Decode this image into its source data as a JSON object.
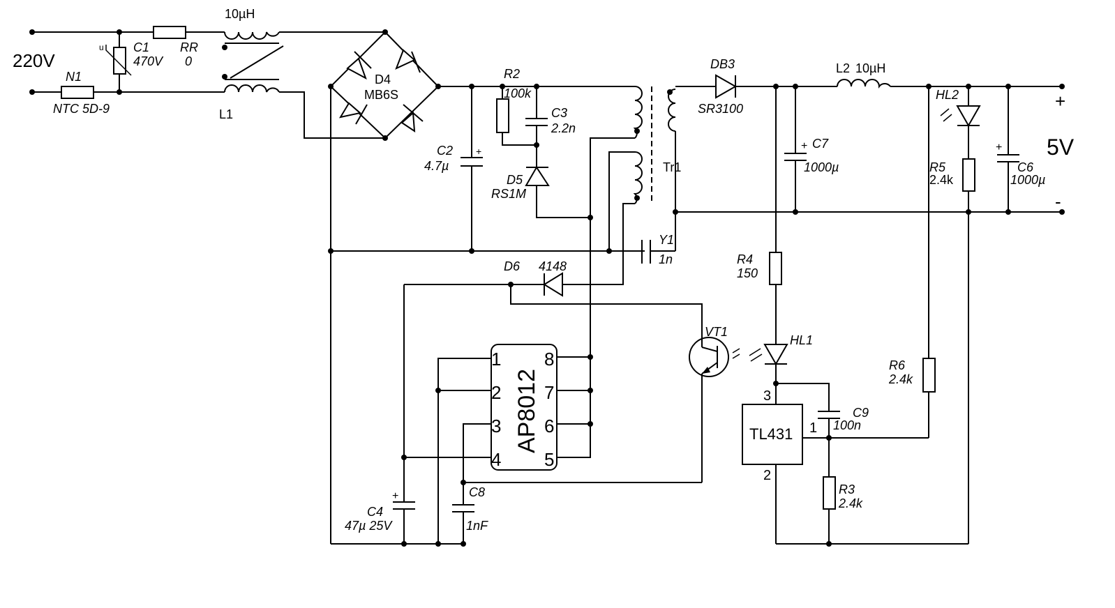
{
  "input": {
    "voltage": "220V"
  },
  "output": {
    "voltage": "5V",
    "plus": "+",
    "minus": "-"
  },
  "components": {
    "C1": {
      "ref": "C1",
      "value": "470V"
    },
    "RR": {
      "ref": "RR",
      "value": "0"
    },
    "N1": {
      "ref": "N1",
      "value": "NTC 5D-9"
    },
    "L1": {
      "ref": "L1",
      "value": "10µH"
    },
    "D4": {
      "ref": "D4",
      "value": "MB6S"
    },
    "R2": {
      "ref": "R2",
      "value": "100k"
    },
    "C3": {
      "ref": "C3",
      "value": "2.2n"
    },
    "C2": {
      "ref": "C2",
      "value": "4.7µ"
    },
    "D5": {
      "ref": "D5",
      "value": "RS1M"
    },
    "Tr1": {
      "ref": "Tr1"
    },
    "DB3": {
      "ref": "DB3",
      "value": "SR3100"
    },
    "L2": {
      "ref": "L2",
      "value": "10µH"
    },
    "C7": {
      "ref": "C7",
      "value": "1000µ"
    },
    "HL2": {
      "ref": "HL2"
    },
    "R5": {
      "ref": "R5",
      "value": "2.4k"
    },
    "C6": {
      "ref": "C6",
      "value": "1000µ"
    },
    "Y1": {
      "ref": "Y1",
      "value": "1n"
    },
    "D6": {
      "ref": "D6",
      "value": "4148"
    },
    "R4": {
      "ref": "R4",
      "value": "150"
    },
    "VT1": {
      "ref": "VT1"
    },
    "HL1": {
      "ref": "HL1"
    },
    "R6": {
      "ref": "R6",
      "value": "2.4k"
    },
    "C9": {
      "ref": "C9",
      "value": "100n"
    },
    "U2": {
      "ref": "TL431",
      "pins": [
        "3",
        "1",
        "2"
      ]
    },
    "R3": {
      "ref": "R3",
      "value": "2.4k"
    },
    "C4": {
      "ref": "C4",
      "value": "47µ 25V"
    },
    "C8": {
      "ref": "C8",
      "value": "1nF"
    },
    "U1": {
      "ref": "AP8012",
      "pins_left": [
        "1",
        "2",
        "3",
        "4"
      ],
      "pins_right": [
        "8",
        "7",
        "6",
        "5"
      ]
    }
  },
  "polarity_mark": "+",
  "varistor_mark": "u"
}
